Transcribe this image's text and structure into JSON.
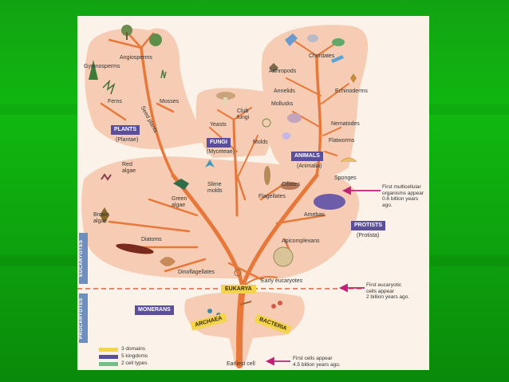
{
  "kingdoms": {
    "plants": {
      "name": "PLANTS",
      "latin": "(Plantae)"
    },
    "fungi": {
      "name": "FUNGI",
      "latin": "(Myceteae)"
    },
    "animals": {
      "name": "ANIMALS",
      "latin": "(Animalia)"
    },
    "protists": {
      "name": "PROTISTS",
      "latin": "(Protista)"
    },
    "monerans": {
      "name": "MONERANS"
    }
  },
  "groups": {
    "angiosperms": "Angiosperms",
    "gymnosperms": "Gymnosperms",
    "ferns": "Ferns",
    "mosses": "Mosses",
    "seed_plants": "Seed plants",
    "club_fungi": "Club fungi",
    "yeasts": "Yeasts",
    "molds": "Molds",
    "chordates": "Chordates",
    "arthropods": "Arthropods",
    "annelids": "Annelids",
    "echinoderms": "Echinoderms",
    "mollusks": "Mollusks",
    "nematodes": "Nematodes",
    "flatworms": "Flatworms",
    "sponges": "Sponges",
    "red_algae": "Red algae",
    "brown_algae": "Brown algae",
    "green_algae": "Green algae",
    "slime_molds": "Slime molds",
    "flagellates": "Flagellates",
    "ciliates": "Ciliates",
    "amebas": "Amebas",
    "diatoms": "Diatoms",
    "apicomplexans": "Apicomplexans",
    "dinoflagellates": "Dinoflagellates",
    "early_eucaryotes": "Early eucaryotes",
    "earliest_cell": "Earliest cell"
  },
  "domains": {
    "eukarya": "EUKARYA",
    "archaea": "ARCHAEA",
    "bacteria": "BACTERIA"
  },
  "cell_types": {
    "eucaryotes": "EUCARYOTES",
    "procaryotes": "PROCARYOTES"
  },
  "annotations": {
    "multicellular": "First multicellular\norganisms appear\n0.6 billion years ago.",
    "eucaryotic": "First eucaryotic\ncells appear\n2 billion years ago.",
    "first_cells": "First  cells appear\n4.5 billion years ago."
  },
  "legend": [
    {
      "label": "3 domains",
      "color": "#f3d44a"
    },
    {
      "label": "5 kingdoms",
      "color": "#5b4e9a"
    },
    {
      "label": "2 cell types",
      "color": "#6fbf8a"
    }
  ],
  "colors": {
    "blob": "#f6cdb4",
    "branch": "#e8773a",
    "arrow": "#c0207a",
    "dashed_line": "#d8653a"
  }
}
